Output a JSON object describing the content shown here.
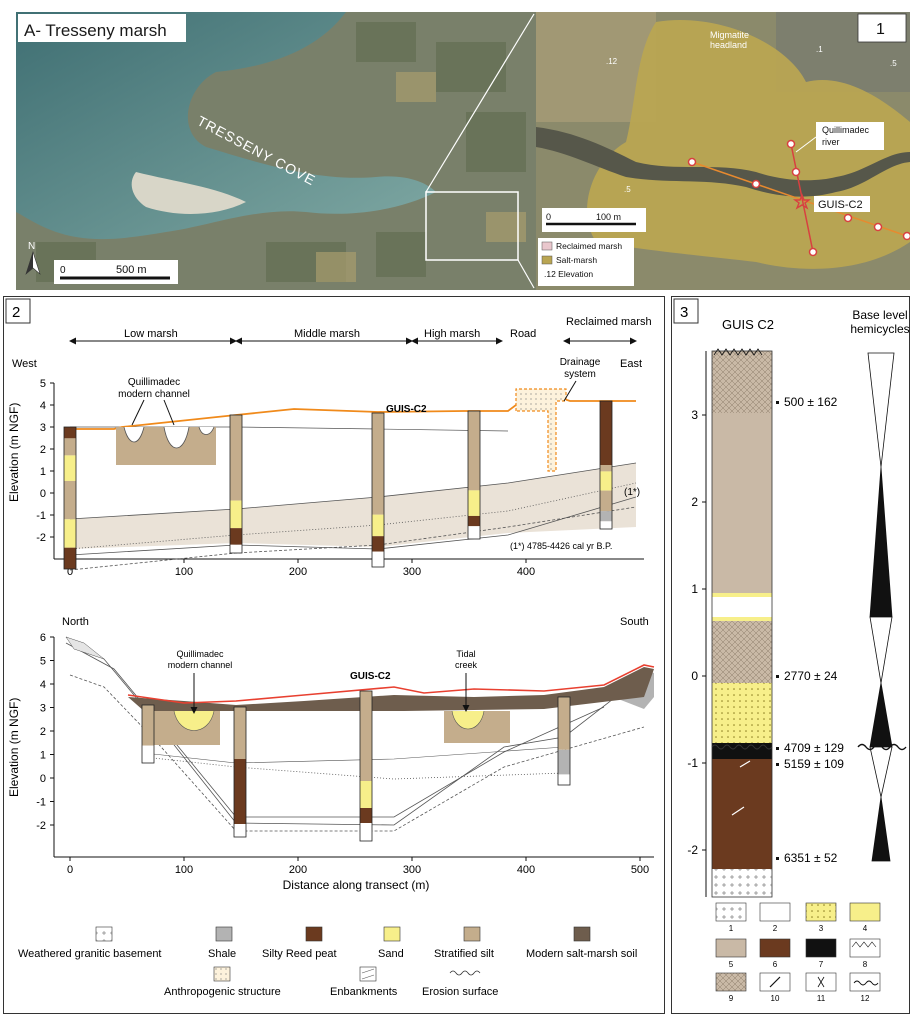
{
  "map_panel": {
    "title": "A- Tresseny marsh",
    "cove_label": "TRESSENY COVE",
    "north": "N",
    "scale_main": "500 m",
    "panel_number": "1",
    "inset_labels": {
      "migmatite": [
        "Migmatite",
        "headland"
      ],
      "river": [
        "Quillimadec",
        "river"
      ],
      "core": "GUIS-C2",
      "scale": "100 m",
      "spot_a": ".12",
      "spot_b": ".5",
      "spot_c": ".5",
      "spot_d": ".1"
    },
    "legend": [
      {
        "label": "Reclaimed marsh",
        "color": "#e9c7cd"
      },
      {
        "label": "Salt-marsh",
        "color": "#b9a552"
      },
      {
        "label": ".12  Elevation",
        "color": ""
      }
    ]
  },
  "transect_panel": {
    "panel_number": "2",
    "zones": [
      "Low marsh",
      "Middle marsh",
      "High marsh",
      "Road",
      "Reclaimed marsh"
    ],
    "we": {
      "west": "West",
      "east": "East",
      "channel": [
        "Quillimadec",
        "modern channel"
      ],
      "drainage": [
        "Drainage",
        "system"
      ],
      "core": "GUIS-C2",
      "date_tag": "(1*)",
      "date_note": "(1*) 4785-4426 cal yr B.P.",
      "ylabel": "Elevation (m NGF)",
      "y_ticks": [
        "5",
        "4",
        "3",
        "2",
        "1",
        "0",
        "-1",
        "-2"
      ],
      "x_ticks": [
        "0",
        "100",
        "200",
        "300",
        "400"
      ]
    },
    "ns": {
      "north": "North",
      "south": "South",
      "channel": [
        "Quillimadec",
        "modern channel"
      ],
      "creek": [
        "Tidal",
        "creek"
      ],
      "core": "GUIS-C2",
      "ylabel": "Elevation (m NGF)",
      "y_ticks": [
        "6",
        "5",
        "4",
        "3",
        "2",
        "1",
        "0",
        "-1",
        "-2"
      ],
      "x_ticks": [
        "0",
        "100",
        "200",
        "300",
        "400",
        "500"
      ],
      "xlabel": "Distance along transect (m)"
    },
    "legend": [
      {
        "label": "Weathered granitic basement",
        "color": "#ffffff"
      },
      {
        "label": "Shale",
        "color": "#b3b3b3"
      },
      {
        "label": "Silty Reed peat",
        "color": "#6b3a1f"
      },
      {
        "label": "Sand",
        "color": "#f7ef8a"
      },
      {
        "label": "Stratified silt",
        "color": "#c4ad8c"
      },
      {
        "label": "Modern salt-marsh soil",
        "color": "#6e5d4d"
      },
      {
        "label": "Anthropogenic structure",
        "color": "#fdf2dc"
      },
      {
        "label": "Enbankments",
        "color": "#ffffff"
      },
      {
        "label": "Erosion surface",
        "color": ""
      }
    ]
  },
  "core_panel": {
    "panel_number": "3",
    "core": "GUIS C2",
    "hemicycles": [
      "Base level",
      "hemicycles"
    ],
    "y_ticks": [
      "3",
      "2",
      "1",
      "0",
      "-1",
      "-2"
    ],
    "dates": [
      "500 ± 162",
      "2770 ± 24",
      "4709 ± 129",
      "5159 ± 109",
      "6351 ± 52"
    ],
    "legend_numbers": [
      "1",
      "2",
      "3",
      "4",
      "5",
      "6",
      "7",
      "8",
      "9",
      "10",
      "11",
      "12"
    ]
  }
}
